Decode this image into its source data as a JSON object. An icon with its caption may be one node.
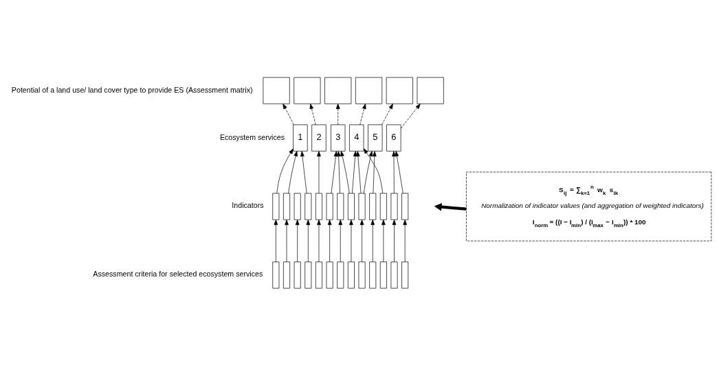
{
  "diagram": {
    "nodes": [
      {
        "text": [],
        "shape": "box"
      },
      {
        "text": [],
        "shape": "box"
      },
      {
        "text": [],
        "shape": "box"
      },
      {
        "text": [],
        "shape": "box"
      },
      {
        "text": [],
        "shape": "box"
      },
      {
        "text": [],
        "shape": "box"
      },
      {
        "text": [
          "1"
        ]
      },
      {
        "text": [
          "2"
        ]
      },
      {
        "text": [
          "3"
        ]
      },
      {
        "text": [
          "4"
        ]
      },
      {
        "text": [
          "5"
        ]
      },
      {
        "text": [
          "6"
        ]
      },
      {
        "text": [],
        "shape": "bar"
      },
      {
        "text": [],
        "shape": "bar"
      },
      {
        "text": [],
        "shape": "bar"
      },
      {
        "text": [],
        "shape": "bar"
      },
      {
        "text": [],
        "shape": "bar"
      },
      {
        "text": [],
        "shape": "bar"
      },
      {
        "text": [],
        "shape": "bar"
      },
      {
        "text": [],
        "shape": "bar"
      },
      {
        "text": [],
        "shape": "bar"
      },
      {
        "text": [],
        "shape": "bar"
      },
      {
        "text": [],
        "shape": "bar"
      },
      {
        "text": [],
        "shape": "bar"
      },
      {
        "text": [],
        "shape": "bar"
      },
      {
        "text": [],
        "shape": "bar"
      },
      {
        "text": [],
        "shape": "bar"
      },
      {
        "text": [],
        "shape": "bar"
      },
      {
        "text": [],
        "shape": "bar"
      },
      {
        "text": [],
        "shape": "bar"
      },
      {
        "text": [],
        "shape": "bar"
      },
      {
        "text": [],
        "shape": "bar"
      },
      {
        "text": [],
        "shape": "bar"
      },
      {
        "text": [],
        "shape": "bar"
      },
      {
        "text": [],
        "shape": "bar"
      },
      {
        "text": [],
        "shape": "bar"
      },
      {
        "text": [],
        "shape": "bar"
      },
      {
        "text": [],
        "shape": "bar"
      },
      {
        "text": [
          "S$_{ij}$ = ∑$_{k=1}$$^{n}$ w$_{k}$ s$_{ik}$",
          "Normalization of indicator values (and aggregation of weighted indicators)",
          "I$_{norm}$ = ((I − I$_{min}$) / (I$_{max}$ − I$_{min}$)) * 100"
        ]
      }
    ],
    "edges": [
      {
        "from": 6,
        "to": 0,
        "arrow": "to",
        "style": "dashed"
      },
      {
        "from": 7,
        "to": 1,
        "arrow": "to",
        "style": "dashed"
      },
      {
        "from": 8,
        "to": 2,
        "arrow": "to",
        "style": "dashed"
      },
      {
        "from": 9,
        "to": 3,
        "arrow": "to",
        "style": "dashed"
      },
      {
        "from": 10,
        "to": 4,
        "arrow": "to",
        "style": "dashed"
      },
      {
        "from": 11,
        "to": 5,
        "arrow": "to",
        "style": "dashed"
      },
      {
        "from": 25,
        "to": 12,
        "arrow": "to"
      },
      {
        "from": 26,
        "to": 13,
        "arrow": "to"
      },
      {
        "from": 27,
        "to": 14,
        "arrow": "to"
      },
      {
        "from": 28,
        "to": 15,
        "arrow": "to"
      },
      {
        "from": 29,
        "to": 16,
        "arrow": "to"
      },
      {
        "from": 30,
        "to": 17,
        "arrow": "to"
      },
      {
        "from": 31,
        "to": 18,
        "arrow": "to"
      },
      {
        "from": 32,
        "to": 19,
        "arrow": "to"
      },
      {
        "from": 33,
        "to": 20,
        "arrow": "to"
      },
      {
        "from": 34,
        "to": 21,
        "arrow": "to"
      },
      {
        "from": 35,
        "to": 22,
        "arrow": "to"
      },
      {
        "from": 36,
        "to": 23,
        "arrow": "to"
      },
      {
        "from": 37,
        "to": 24,
        "arrow": "to"
      },
      {
        "from": 12,
        "to": 6,
        "arrow": "to"
      },
      {
        "from": 13,
        "to": 6,
        "arrow": "to"
      },
      {
        "from": 15,
        "to": 6,
        "arrow": "to"
      },
      {
        "from": 16,
        "to": 7,
        "arrow": "to"
      },
      {
        "from": 17,
        "to": 8,
        "arrow": "to"
      },
      {
        "from": 18,
        "to": 8,
        "arrow": "to"
      },
      {
        "from": 19,
        "to": 8,
        "arrow": "to"
      },
      {
        "from": 19,
        "to": 9,
        "arrow": "to"
      },
      {
        "from": 20,
        "to": 9,
        "arrow": "to"
      },
      {
        "from": 22,
        "to": 9,
        "arrow": "to"
      },
      {
        "from": 20,
        "to": 10,
        "arrow": "to"
      },
      {
        "from": 21,
        "to": 10,
        "arrow": "to"
      },
      {
        "from": 23,
        "to": 11,
        "arrow": "to"
      },
      {
        "from": 24,
        "to": 11,
        "arrow": "to"
      },
      {
        "from": 38,
        "to": null,
        "arrow": "to",
        "style": "thick"
      }
    ],
    "labels": [
      "Potential of a land use/ land cover type to provide ES (Assessment matrix)",
      "Ecosystem services",
      "Indicators",
      "Assessment criteria for selected ecosystem services"
    ]
  }
}
